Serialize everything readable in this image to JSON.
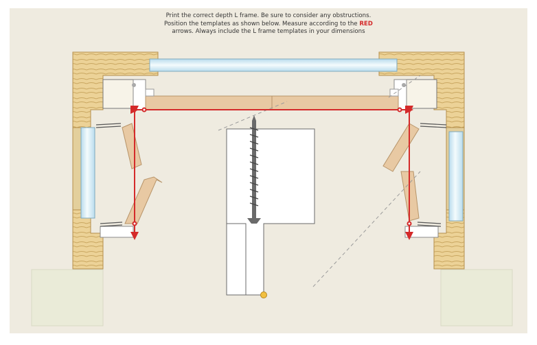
{
  "instructions": {
    "line1": "Print the correct depth L frame. Be sure to consider any obstructions.",
    "line2_before": "Position the templates as shown below. Measure according to the ",
    "line2_highlight": "RED",
    "line3": "arrows. Always include the L frame templates in your dimensions"
  },
  "colors": {
    "background": "#efebe0",
    "wood_light": "#ecd297",
    "wood_grain": "#c9a660",
    "template_fill": "#e8c9a3",
    "template_stroke": "#b79469",
    "glass": "#cfe7f2",
    "measure_arrow": "#d42a2a",
    "guide_dash": "#9a9a9a",
    "floor_block": "#eaebd8",
    "marker": "#f2c040"
  },
  "icons": {
    "screw": "screw-icon",
    "marker": "marker-dot-icon"
  }
}
